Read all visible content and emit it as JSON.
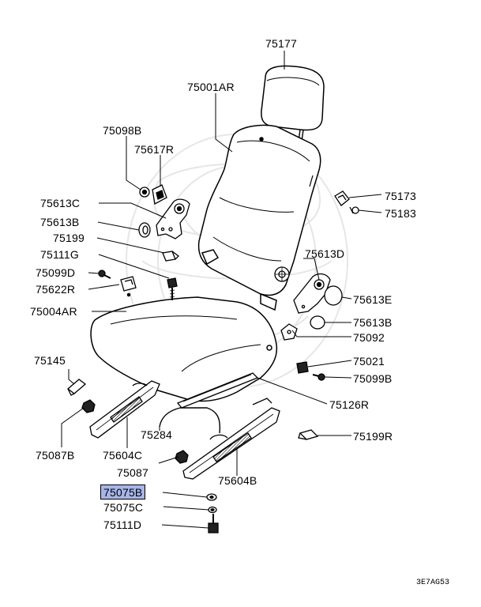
{
  "diagram": {
    "code": "3E7AG53",
    "highlighted_part": "75075B",
    "highlight_color": "#a7b5e8",
    "labels": [
      {
        "id": "75177",
        "text": "75177"
      },
      {
        "id": "75001AR",
        "text": "75001AR"
      },
      {
        "id": "75098B",
        "text": "75098B"
      },
      {
        "id": "75617R",
        "text": "75617R"
      },
      {
        "id": "75613C",
        "text": "75613C"
      },
      {
        "id": "75613B-left",
        "text": "75613B"
      },
      {
        "id": "75199",
        "text": "75199"
      },
      {
        "id": "75111G",
        "text": "75111G"
      },
      {
        "id": "75099D",
        "text": "75099D"
      },
      {
        "id": "75622R",
        "text": "75622R"
      },
      {
        "id": "75004AR",
        "text": "75004AR"
      },
      {
        "id": "75145",
        "text": "75145"
      },
      {
        "id": "75087B",
        "text": "75087B"
      },
      {
        "id": "75604C",
        "text": "75604C"
      },
      {
        "id": "75284",
        "text": "75284"
      },
      {
        "id": "75087",
        "text": "75087"
      },
      {
        "id": "75075B",
        "text": "75075B"
      },
      {
        "id": "75075C",
        "text": "75075C"
      },
      {
        "id": "75111D",
        "text": "75111D"
      },
      {
        "id": "75173",
        "text": "75173"
      },
      {
        "id": "75183",
        "text": "75183"
      },
      {
        "id": "75613D",
        "text": "75613D"
      },
      {
        "id": "75613E",
        "text": "75613E"
      },
      {
        "id": "75613B-right",
        "text": "75613B"
      },
      {
        "id": "75092",
        "text": "75092"
      },
      {
        "id": "75021",
        "text": "75021"
      },
      {
        "id": "75099B",
        "text": "75099B"
      },
      {
        "id": "75126R",
        "text": "75126R"
      },
      {
        "id": "75199R",
        "text": "75199R"
      },
      {
        "id": "75604B",
        "text": "75604B"
      }
    ]
  }
}
